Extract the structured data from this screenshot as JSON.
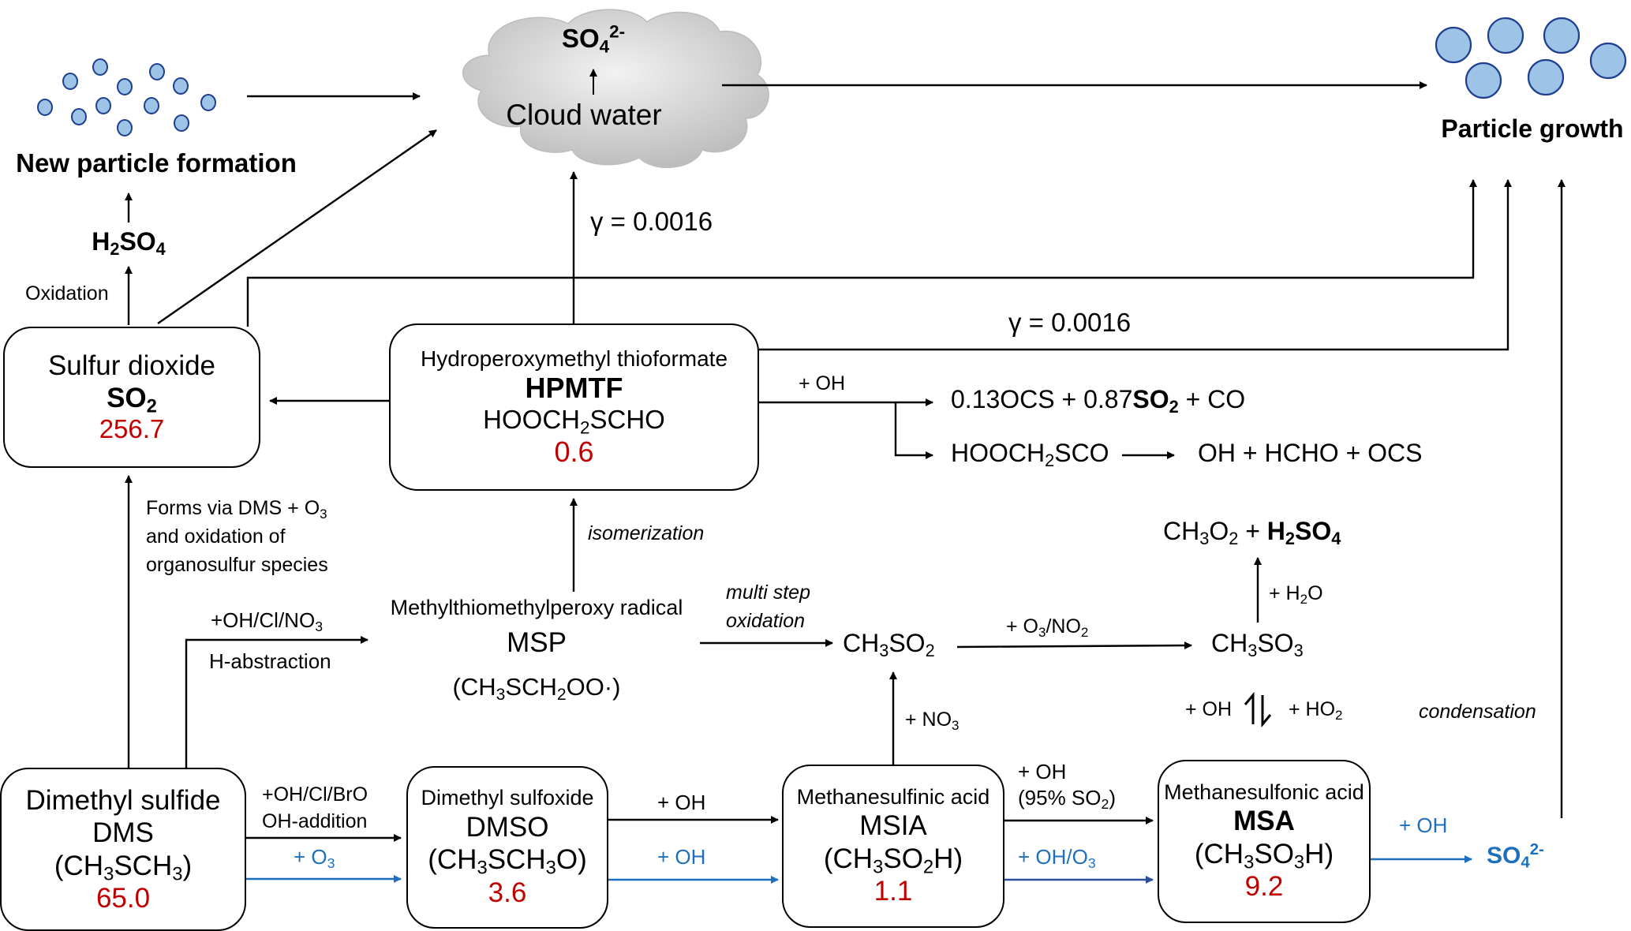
{
  "title": "DMS oxidation pathways and sulfur budget",
  "colors": {
    "budget_value": "#c00000",
    "ozone_pathway": "#1f6fbf",
    "particle_fill": "#9dc3e6",
    "particle_stroke": "#1f3f8f",
    "cloud_fill": "#c8c8c8"
  },
  "top": {
    "new_particle_formation": "New particle formation",
    "cloud_sulfate": {
      "base": "SO",
      "sub": "4",
      "sup": "2-"
    },
    "cloud_water": "Cloud water",
    "particle_growth": "Particle growth",
    "h2so4": {
      "a": "H",
      "sub1": "2",
      "b": "SO",
      "sub2": "4"
    },
    "oxidation_label": "Oxidation",
    "gamma_cloud": "γ  = 0.0016",
    "gamma_particle": "γ  = 0.0016"
  },
  "boxes": {
    "so2": {
      "name": "Sulfur dioxide",
      "formula_base": "SO",
      "formula_sub": "2",
      "value": "256.7"
    },
    "hpmtf": {
      "name": "Hydroperoxymethyl thioformate",
      "abbr": "HPMTF",
      "formula_a": "HOOCH",
      "formula_sub": "2",
      "formula_b": "SCHO",
      "value": "0.6"
    },
    "dms": {
      "name": "Dimethyl sulfide",
      "abbr": "DMS",
      "f_a": "(CH",
      "f_s1": "3",
      "f_b": "SCH",
      "f_s2": "3",
      "f_c": ")",
      "value": "65.0"
    },
    "dmso": {
      "name": "Dimethyl sulfoxide",
      "abbr": "DMSO",
      "f_a": "(CH",
      "f_s1": "3",
      "f_b": "SCH",
      "f_s2": "3",
      "f_c": "O)",
      "value": "3.6"
    },
    "msia": {
      "name": "Methanesulfinic acid",
      "abbr": "MSIA",
      "f_a": "(CH",
      "f_s1": "3",
      "f_b": "SO",
      "f_s2": "2",
      "f_c": "H)",
      "value": "1.1"
    },
    "msa": {
      "name": "Methanesulfonic acid",
      "abbr": "MSA",
      "f_a": "(CH",
      "f_s1": "3",
      "f_b": "SO",
      "f_s2": "3",
      "f_c": "H)",
      "value": "9.2"
    }
  },
  "msp": {
    "name": "Methylthiomethylperoxy radical",
    "abbr": "MSP",
    "f_a": "(CH",
    "f_s1": "3",
    "f_b": "SCH",
    "f_s2": "2",
    "f_c": "OO·)"
  },
  "hpmtf_products": {
    "oh_label": "+ OH",
    "prod1_a": "0.13OCS + 0.87",
    "prod1_b": "SO",
    "prod1_sub": "2",
    "prod1_c": " + CO",
    "prod2_a": "HOOCH",
    "prod2_sub": "2",
    "prod2_b": "SCO",
    "prod3": "OH + HCHO + OCS"
  },
  "labels": {
    "so2_formation": [
      "Forms via DMS + O",
      "3",
      "and oxidation of",
      "organosulfur species"
    ],
    "isomerization": "isomerization",
    "habs_top_a": "+OH/Cl/NO",
    "habs_top_sub": "3",
    "habs_bottom": "H-abstraction",
    "multi_step": [
      "multi step",
      "oxidation"
    ],
    "ch3so2": {
      "a": "CH",
      "s1": "3",
      "b": "SO",
      "s2": "2"
    },
    "o3no2": {
      "a": "+ O",
      "s1": "3",
      "b": "/NO",
      "s2": "2"
    },
    "ch3so3": {
      "a": "CH",
      "s1": "3",
      "b": "SO",
      "s2": "3"
    },
    "ch3o2_h2so4": {
      "a": "CH",
      "s1": "3",
      "b": "O",
      "s2": "2",
      "c": " + ",
      "d": "H",
      "s3": "2",
      "e": "SO",
      "s4": "4"
    },
    "h2o": {
      "a": "+ H",
      "s": "2",
      "b": "O"
    },
    "eq_oh": "+ OH",
    "eq_ho2": {
      "a": "+ HO",
      "s": "2"
    },
    "no3": {
      "a": "+ NO",
      "s": "3"
    },
    "condensation": "condensation",
    "dms_dmso_top": [
      "+OH/Cl/BrO",
      "OH-addition"
    ],
    "dms_dmso_o3": {
      "a": "+ O",
      "s": "3"
    },
    "dmso_msia_top": "+ OH",
    "dmso_msia_bottom": "+ OH",
    "msia_msa_top": [
      "+ OH",
      "(95% SO"
    ],
    "msia_msa_top_sub": "2",
    "msia_msa_top_close": ")",
    "msia_msa_bottom": {
      "a": "+ OH/O",
      "s": "3"
    },
    "msa_so4_label": "+ OH",
    "msa_so4": {
      "base": "SO",
      "sub": "4",
      "sup": "2-"
    }
  }
}
